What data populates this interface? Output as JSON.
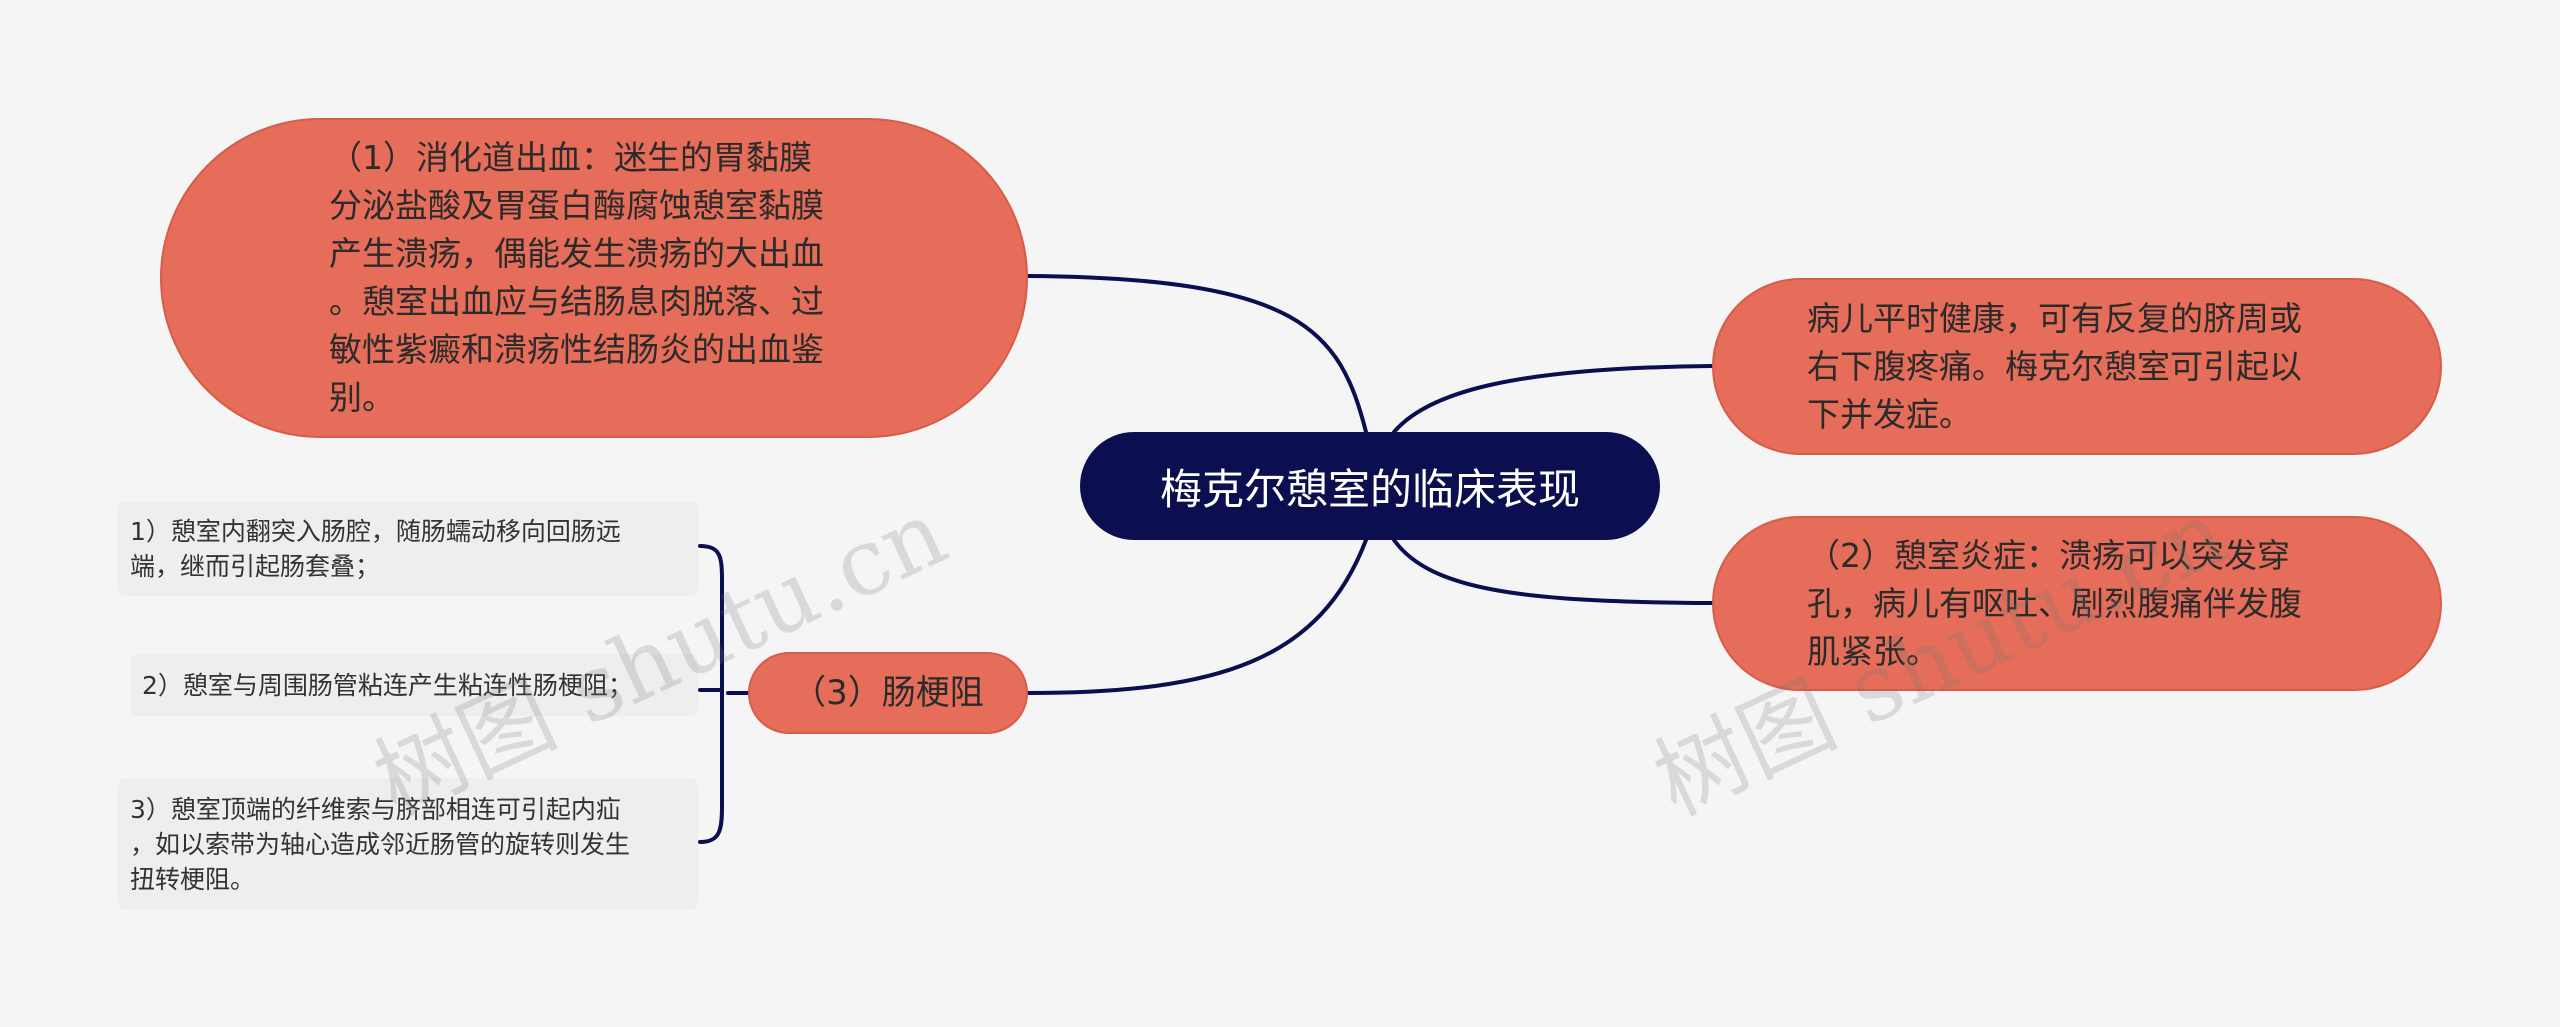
{
  "colors": {
    "background": "#f5f5f5",
    "center_fill": "#0b0f4f",
    "branch_fill": "#e56d59",
    "leaf_fill": "#eeeeee",
    "edge": "#0b0f4f"
  },
  "mindmap": {
    "center": "梅克尔憩室的临床表现",
    "branches": {
      "bleeding": "（1）消化道出血：迷生的胃黏膜\n分泌盐酸及胃蛋白酶腐蚀憩室黏膜\n产生溃疡，偶能发生溃疡的大出血\n。憩室出血应与结肠息肉脱落、过\n敏性紫癜和溃疡性结肠炎的出血鉴\n别。",
      "intro": "病儿平时健康，可有反复的脐周或\n右下腹疼痛。梅克尔憩室可引起以\n下并发症。",
      "inflammation": "（2）憩室炎症：溃疡可以突发穿\n孔，病儿有呕吐、剧烈腹痛伴发腹\n肌紧张。",
      "obstruction": "（3）肠梗阻"
    },
    "obstruction_children": [
      "1）憩室内翻突入肠腔，随肠蠕动移向回肠远\n端，继而引起肠套叠；",
      "2）憩室与周围肠管粘连产生粘连性肠梗阻；",
      "3）憩室顶端的纤维索与脐部相连可引起内疝\n，如以索带为轴心造成邻近肠管的旋转则发生\n扭转梗阻。"
    ]
  },
  "watermark": {
    "text": "树图 shutu.cn"
  }
}
